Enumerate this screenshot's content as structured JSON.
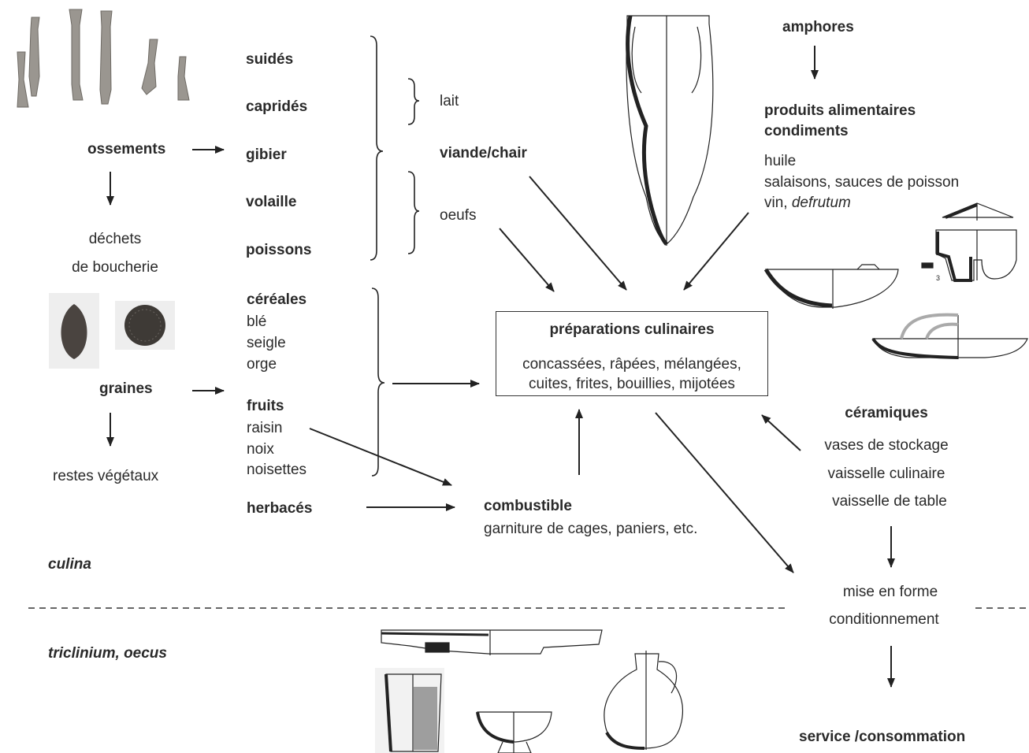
{
  "left": {
    "ossements": "ossements",
    "dechets_1": "déchets",
    "dechets_2": "de boucherie",
    "graines": "graines",
    "restes": "restes végétaux"
  },
  "animals": {
    "suides": "suidés",
    "caprides": "capridés",
    "gibier": "gibier",
    "volaille": "volaille",
    "poissons": "poissons"
  },
  "products": {
    "lait": "lait",
    "viande": "viande/chair",
    "oeufs": "oeufs"
  },
  "plants": {
    "cereales": "céréales",
    "cereal_items": [
      "blé",
      "seigle",
      "orge"
    ],
    "fruits": "fruits",
    "fruit_items": [
      "raisin",
      "noix",
      "noisettes"
    ],
    "herbaces": "herbacés"
  },
  "preparations": {
    "title": "préparations culinaires",
    "line1": "concassées, râpées, mélangées,",
    "line2": "cuites, frites, bouillies, mijotées"
  },
  "combustible": {
    "title": "combustible",
    "detail": "garniture de cages, paniers, etc."
  },
  "amphores": {
    "title": "amphores",
    "produits_1": "produits alimentaires",
    "produits_2": "condiments",
    "huile": "huile",
    "salaisons": "salaisons, sauces de poisson",
    "vin_prefix": "vin, ",
    "vin_defrutum": "defrutum"
  },
  "ceramiques": {
    "title": "céramiques",
    "items": [
      "vases de stockage",
      "vaisselle culinaire",
      "vaisselle de table"
    ]
  },
  "mise": {
    "line1": "mise en forme",
    "line2": "conditionnement"
  },
  "zones": {
    "culina": "culina",
    "triclinium": "triclinium, oecus"
  },
  "service": "service /consommation",
  "pot_number": "3"
}
